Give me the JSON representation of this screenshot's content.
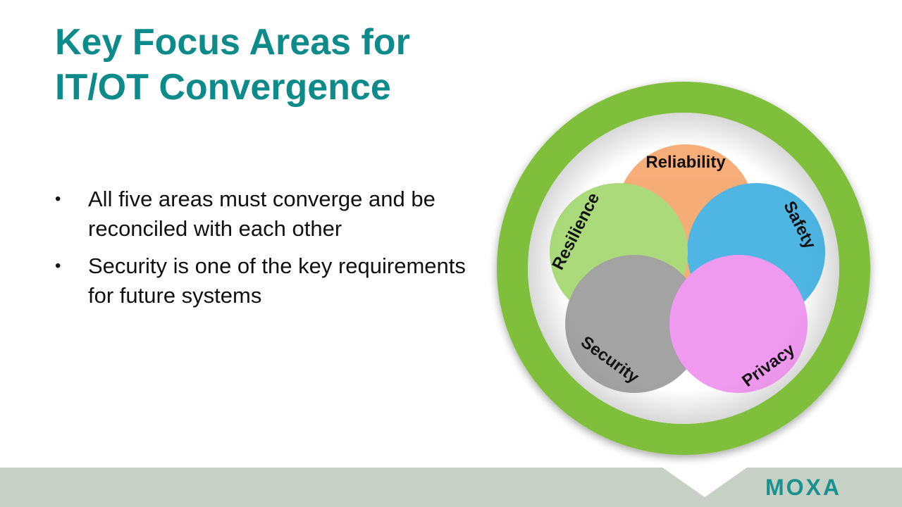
{
  "slide": {
    "title_line1": "Key Focus Areas for",
    "title_line2": "IT/OT Convergence",
    "bullets": [
      "All five areas must converge and be reconciled with each other",
      "Security is one of the key requirements for future systems"
    ]
  },
  "diagram": {
    "circles": [
      {
        "label": "Reliability",
        "color": "#f49b5a"
      },
      {
        "label": "Safety",
        "color": "#29a7df"
      },
      {
        "label": "Resilience",
        "color": "#99d35d"
      },
      {
        "label": "Security",
        "color": "#8f8f8f"
      },
      {
        "label": "Privacy",
        "color": "#ec83ec"
      }
    ],
    "ring_color": "#7fbf3a"
  },
  "colors": {
    "title": "#0d8a8a",
    "footer": "#c6d0c4",
    "logo": "#19918f"
  },
  "logo": {
    "text": "MOXA"
  }
}
